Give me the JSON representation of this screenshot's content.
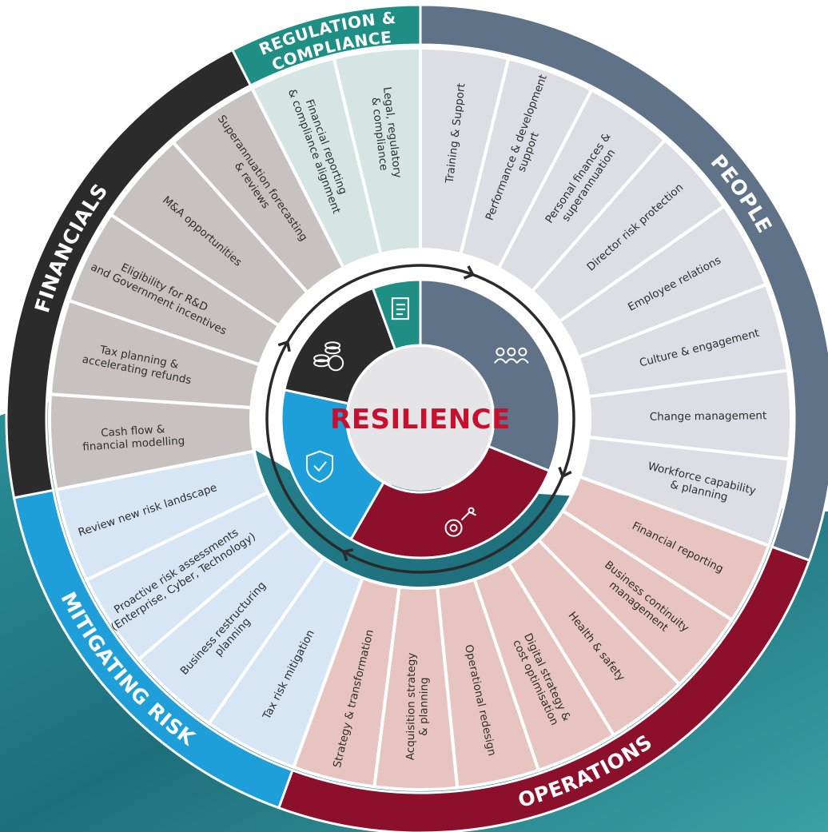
{
  "center_title": "RESILIENCE",
  "colors": {
    "people": "#5f7287",
    "people_light": "#dcdee3",
    "operations": "#8c0f2b",
    "operations_light": "#e8c4c0",
    "mitigating": "#1e9fd9",
    "mitigating_light": "#d6e6f4",
    "financials": "#2b2b2b",
    "financials_light": "#c7c2bf",
    "regulation": "#1f8f86",
    "regulation_light": "#d4e5e3",
    "center_fill": "#e5e5e7",
    "ring_stroke": "#2a2a2a",
    "sea_deep": "#1e6f7c",
    "sea_light": "#3fa3a8"
  },
  "categories": [
    {
      "id": "people",
      "label": "PEOPLE",
      "icon": "people-icon",
      "segments": [
        [
          "Training & Support"
        ],
        [
          "Performance & development",
          "support"
        ],
        [
          "Personal finances &",
          "superannuation"
        ],
        [
          "Director risk protection"
        ],
        [
          "Employee relations"
        ],
        [
          "Culture & engagement"
        ],
        [
          "Change management"
        ],
        [
          "Workforce capability",
          "& planning"
        ]
      ]
    },
    {
      "id": "operations",
      "label": "OPERATIONS",
      "icon": "gear-icon",
      "segments": [
        [
          "Financial reporting"
        ],
        [
          "Business continuity",
          "management"
        ],
        [
          "Health & safety"
        ],
        [
          "Digital strategy &",
          "cost optimisation"
        ],
        [
          "Operational redesign"
        ],
        [
          "Acquisition strategy",
          "& planning"
        ],
        [
          "Strategy & transformation"
        ]
      ]
    },
    {
      "id": "mitigating",
      "label": "MITIGATING RISK",
      "icon": "shield-check-icon",
      "segments": [
        [
          "Tax risk mitigation"
        ],
        [
          "Business restructuring",
          "planning"
        ],
        [
          "Proactive risk assessments",
          "(Enterprise, Cyber, Technology)"
        ],
        [
          "Review new risk landscape"
        ]
      ]
    },
    {
      "id": "financials",
      "label": "FINANCIALS",
      "icon": "coins-icon",
      "segments": [
        [
          "Cash flow &",
          "financial modelling"
        ],
        [
          "Tax planning &",
          "accelerating refunds"
        ],
        [
          "Eligibility for R&D",
          "and Government incentives"
        ],
        [
          "M&A opportunities"
        ],
        [
          "Superannuation forecasting",
          "& reviews"
        ]
      ]
    },
    {
      "id": "regulation",
      "label": [
        "REGULATION &",
        "COMPLIANCE"
      ],
      "icon": "document-icon",
      "segments": [
        [
          "Financial reporting",
          "& compliance alignment"
        ],
        [
          "Legal, regulatory",
          "& compliance"
        ]
      ]
    }
  ]
}
